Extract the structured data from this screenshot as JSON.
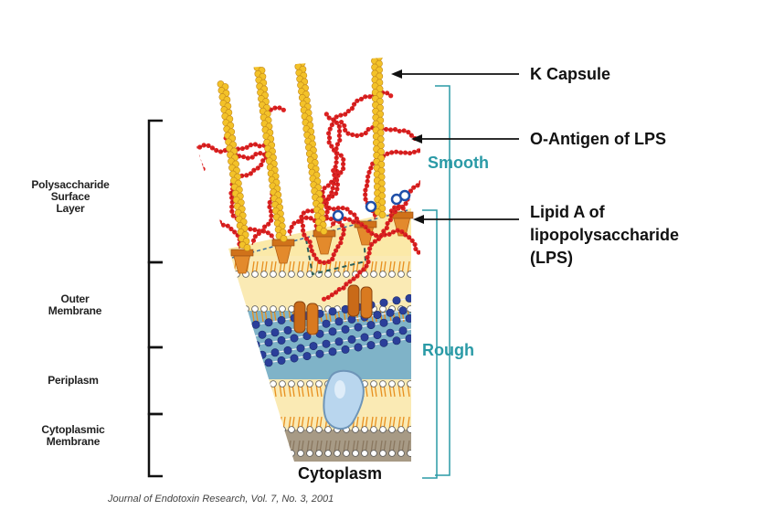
{
  "left_labels": {
    "polysaccharide": "Polysaccharide Surface Layer",
    "outer_membrane": "Outer Membrane",
    "periplasm": "Periplasm",
    "cytoplasmic_membrane": "Cytoplasmic Membrane"
  },
  "right_labels": {
    "k_capsule": "K Capsule",
    "o_antigen": "O-Antigen of LPS",
    "lipid_a_line1": "Lipid A of",
    "lipid_a_line2": "lipopolysaccharide",
    "lipid_a_line3": "(LPS)"
  },
  "bracket_labels": {
    "smooth": "Smooth",
    "rough": "Rough"
  },
  "cytoplasm": "Cytoplasm",
  "citation": "Journal of Endotoxin Research, Vol. 7, No. 3, 2001",
  "colors": {
    "bracket_teal": "#2a9aa6",
    "o_antigen_red": "#dd2222",
    "capsule_yellow": "#f3c229",
    "lipid_orange": "#e8901f",
    "peptidoglycan_blue": "#2b3f9a"
  }
}
